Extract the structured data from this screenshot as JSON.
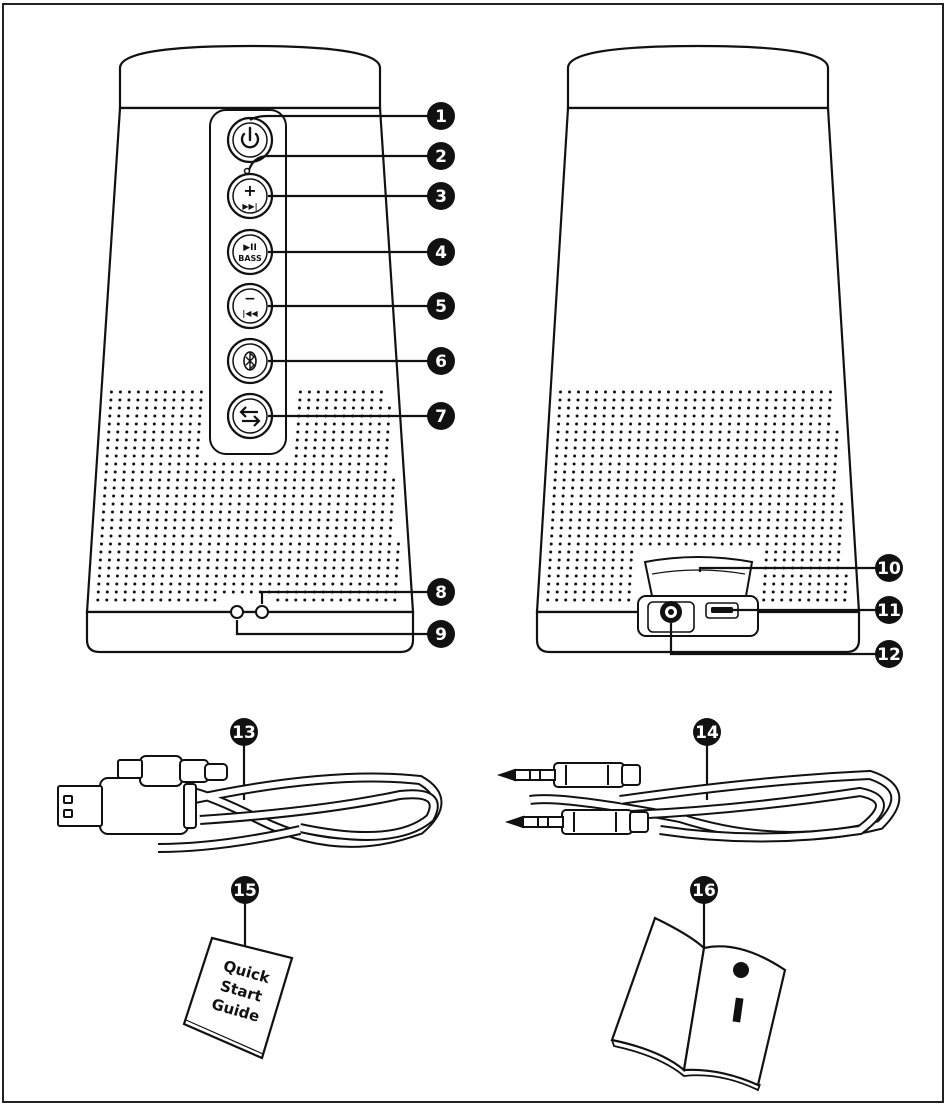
{
  "figure": {
    "callouts": [
      {
        "id": "1",
        "label": "1"
      },
      {
        "id": "2",
        "label": "2"
      },
      {
        "id": "3",
        "label": "3"
      },
      {
        "id": "4",
        "label": "4"
      },
      {
        "id": "5",
        "label": "5"
      },
      {
        "id": "6",
        "label": "6"
      },
      {
        "id": "7",
        "label": "7"
      },
      {
        "id": "8",
        "label": "8"
      },
      {
        "id": "9",
        "label": "9"
      },
      {
        "id": "10",
        "label": "10"
      },
      {
        "id": "11",
        "label": "11"
      },
      {
        "id": "12",
        "label": "12"
      },
      {
        "id": "13",
        "label": "13"
      },
      {
        "id": "14",
        "label": "14"
      },
      {
        "id": "15",
        "label": "15"
      },
      {
        "id": "16",
        "label": "16"
      }
    ],
    "buttons": {
      "power_icon": "power-icon",
      "plus_label": "+",
      "next_icon": "▶▶|",
      "play_label": "▶II",
      "bass_label": "BASS",
      "minus_label": "−",
      "prev_icon": "|◀◀",
      "bluetooth_icon": "bluetooth-icon",
      "mode_icon": "mode-switch-icon"
    },
    "quick_start_guide": {
      "line1": "Quick",
      "line2": "Start",
      "line3": "Guide"
    },
    "manual_icon": "i"
  }
}
